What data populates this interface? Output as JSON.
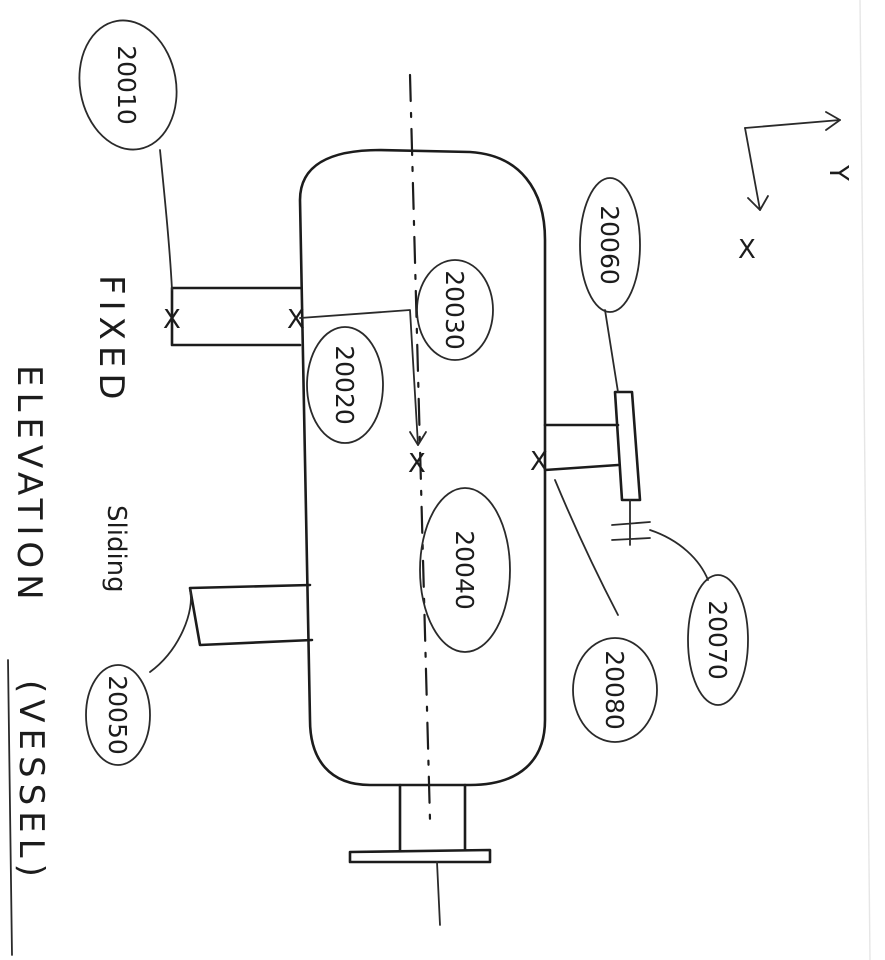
{
  "title": "ELEVATION",
  "subtitle": "(VESSEL)",
  "support_labels": {
    "fixed": "FIXED",
    "sliding": "Sliding"
  },
  "node_tags": [
    "20010",
    "20020",
    "20030",
    "20040",
    "20050",
    "20060",
    "20070",
    "20080"
  ],
  "axes": {
    "y": "Y",
    "x": "X"
  },
  "node_marker": "X"
}
